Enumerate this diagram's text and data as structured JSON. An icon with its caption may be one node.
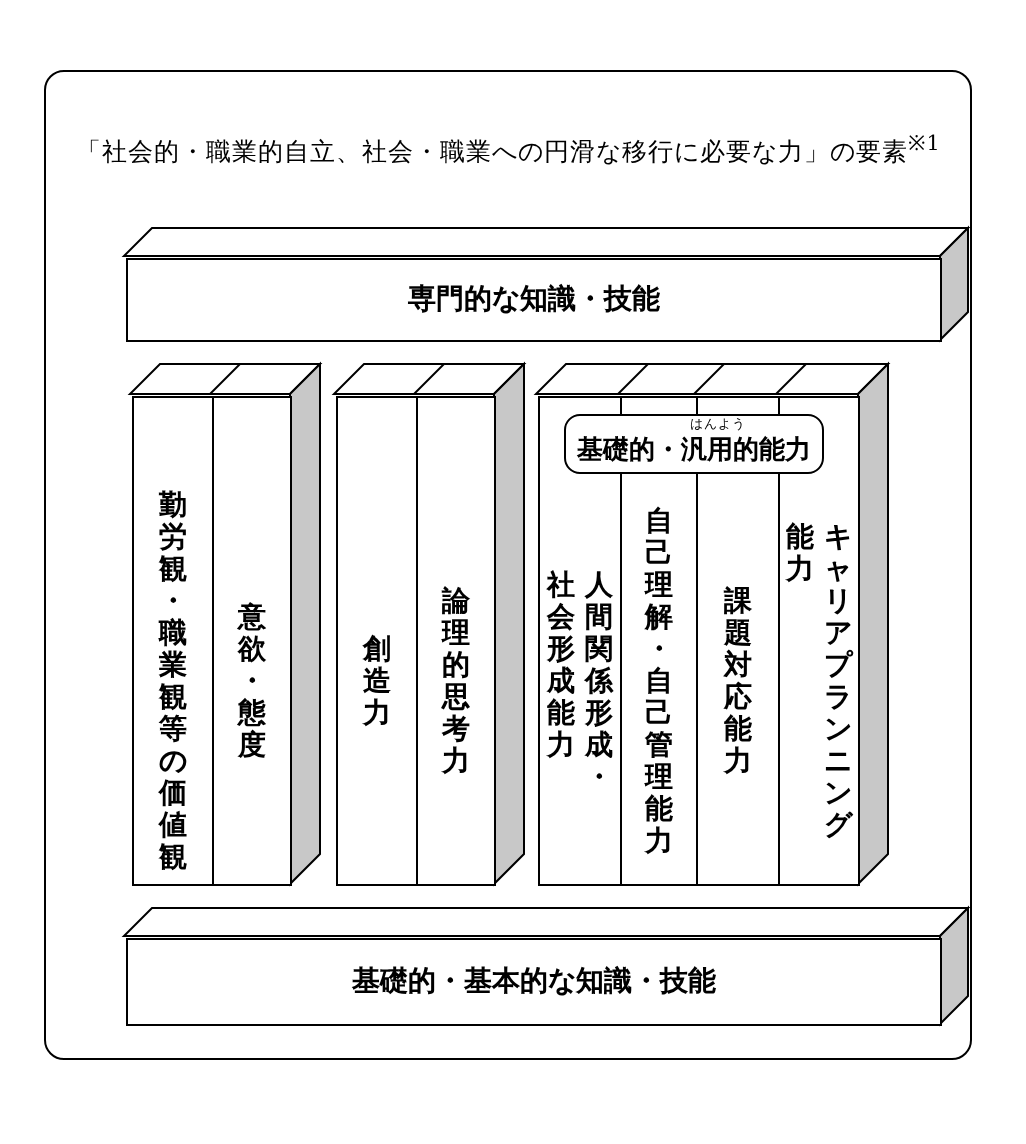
{
  "diagram": {
    "nodes": [
      {
        "text": [
          "「社会的・職業的自立、社会・職業への円滑な移行に必要な力」の要素$^{※1}$"
        ]
      },
      {
        "text": [
          "専門的な知識・技能"
        ],
        "in": 0
      },
      {
        "text": [
          "勤労観・職業観等の価値観"
        ],
        "in": 0
      },
      {
        "text": [
          "意欲・態度"
        ],
        "in": 0
      },
      {
        "text": [
          "創造力"
        ],
        "in": 0
      },
      {
        "text": [
          "論理的思考力"
        ],
        "in": 0
      },
      {
        "text": [
          "はんよう",
          "基礎的・汎用的能力"
        ],
        "in": 0
      },
      {
        "text": [
          "人間関係形成・社会形成能力"
        ],
        "in": 0
      },
      {
        "text": [
          "自己理解・自己管理能力"
        ],
        "in": 0
      },
      {
        "text": [
          "課題対応能力"
        ],
        "in": 0
      },
      {
        "text": [
          "キャリアプランニング能力"
        ],
        "in": 0
      },
      {
        "text": [
          "基礎的・基本的な知識・技能"
        ],
        "in": 0
      }
    ],
    "edges": []
  }
}
